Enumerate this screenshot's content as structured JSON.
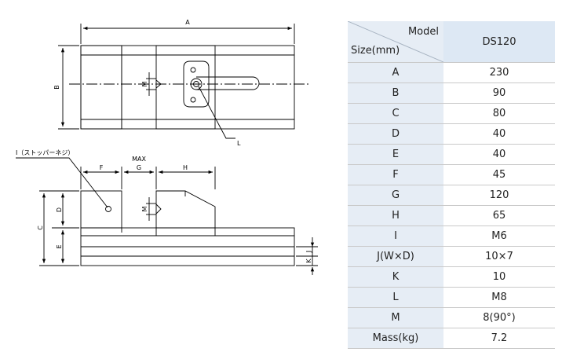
{
  "drawing": {
    "dimension_labels": {
      "A": "A",
      "B": "B",
      "C": "C",
      "D": "D",
      "E": "E",
      "F": "F",
      "G": "G",
      "H": "H",
      "J": "J",
      "K": "K",
      "L": "L",
      "M_top": "M",
      "M_side": "M",
      "MAX": "MAX",
      "I_callout": "I（ストッパーネジ）"
    }
  },
  "table": {
    "header": {
      "model_label": "Model",
      "size_label": "Size(mm)",
      "model_name": "DS120"
    },
    "rows": [
      {
        "label": "A",
        "value": "230"
      },
      {
        "label": "B",
        "value": "90"
      },
      {
        "label": "C",
        "value": "80"
      },
      {
        "label": "D",
        "value": "40"
      },
      {
        "label": "E",
        "value": "40"
      },
      {
        "label": "F",
        "value": "45"
      },
      {
        "label": "G",
        "value": "120"
      },
      {
        "label": "H",
        "value": "65"
      },
      {
        "label": "I",
        "value": "M6"
      },
      {
        "label": "J(W×D)",
        "value": "10×7"
      },
      {
        "label": "K",
        "value": "10"
      },
      {
        "label": "L",
        "value": "M8"
      },
      {
        "label": "M",
        "value": "8(90°)"
      },
      {
        "label": "Mass(kg)",
        "value": "7.2"
      }
    ]
  }
}
